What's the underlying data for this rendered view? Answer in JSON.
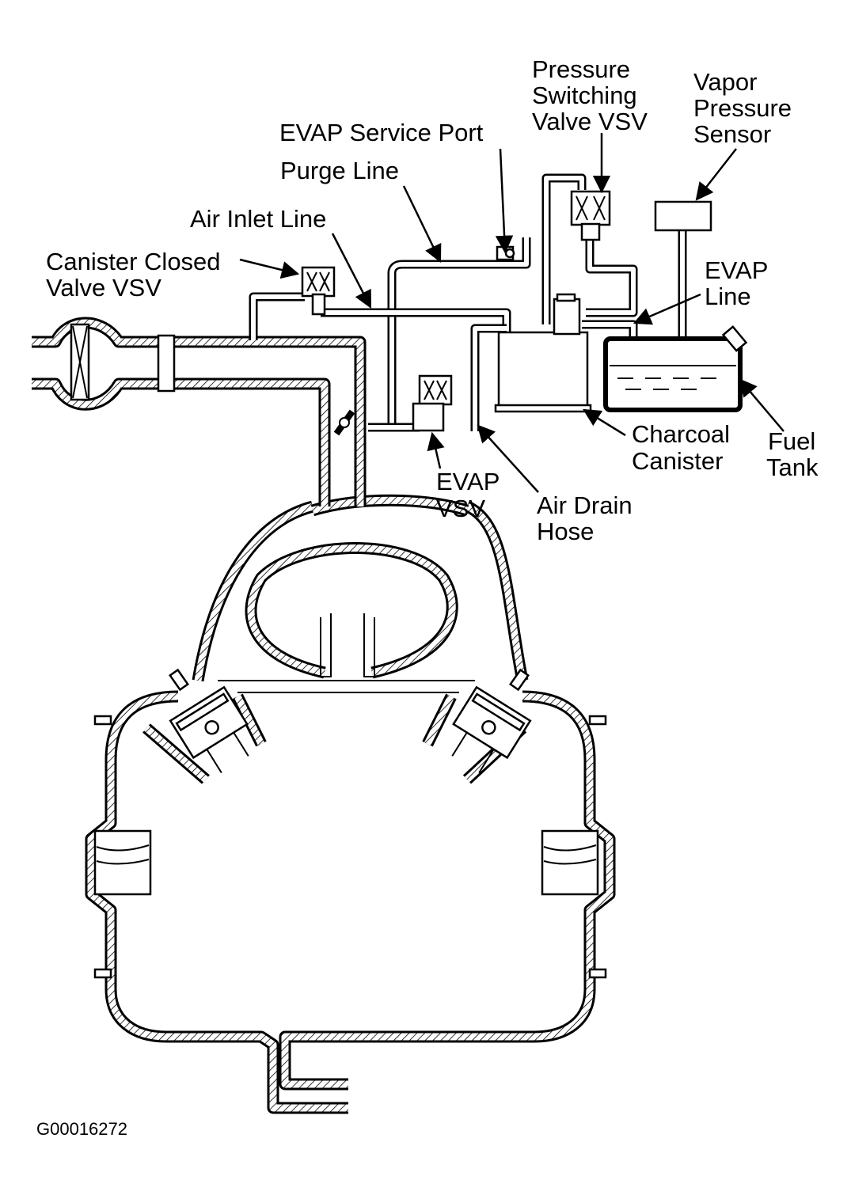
{
  "figure_id": "G00016272",
  "labels": {
    "evap_service_port": "EVAP Service Port",
    "purge_line": "Purge Line",
    "air_inlet_line": "Air Inlet Line",
    "canister_closed_valve": [
      "Canister Closed",
      "Valve VSV"
    ],
    "pressure_switching_valve": [
      "Pressure",
      "Switching",
      "Valve VSV"
    ],
    "vapor_pressure_sensor": [
      "Vapor",
      "Pressure",
      "Sensor"
    ],
    "evap_line": [
      "EVAP",
      "Line"
    ],
    "charcoal_canister": [
      "Charcoal",
      "Canister"
    ],
    "fuel_tank": [
      "Fuel",
      "Tank"
    ],
    "evap_vsv": [
      "EVAP",
      "VSV"
    ],
    "air_drain_hose": [
      "Air Drain",
      "Hose"
    ]
  }
}
